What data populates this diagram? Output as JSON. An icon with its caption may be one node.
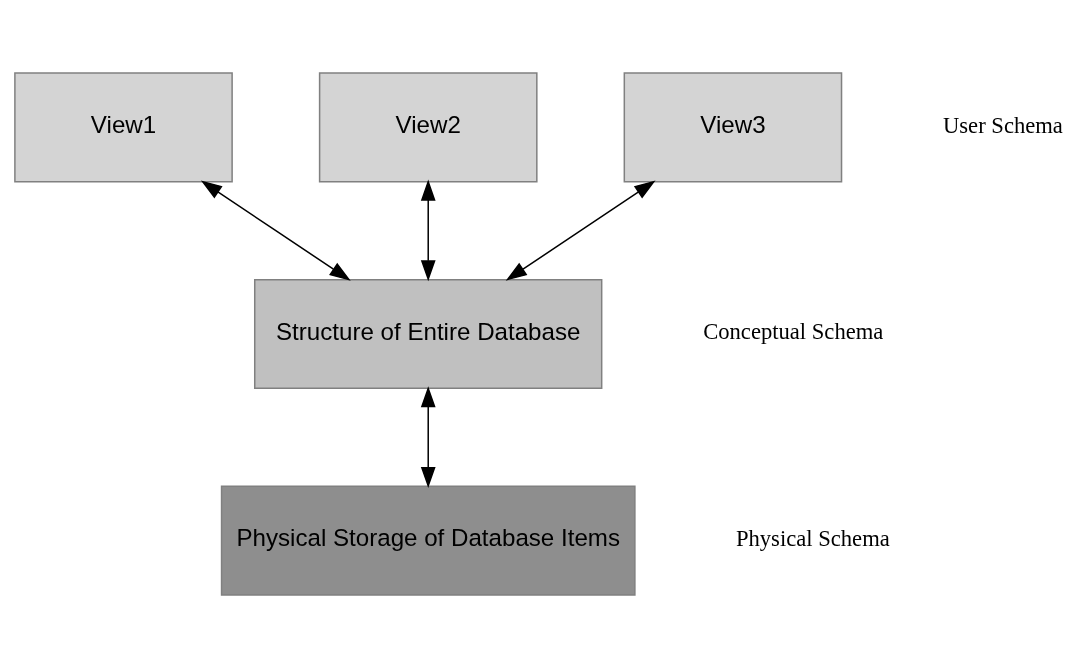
{
  "diagram": {
    "nodes": [
      {
        "text": [
          "View1"
        ]
      },
      {
        "text": [
          "View2"
        ]
      },
      {
        "text": [
          "View3"
        ]
      },
      {
        "text": [
          "Structure of Entire Database"
        ]
      },
      {
        "text": [
          "Physical Storage of Database Items"
        ]
      }
    ],
    "edges": [
      {
        "from": 0,
        "to": 3,
        "arrow": "both"
      },
      {
        "from": 1,
        "to": 3,
        "arrow": "both"
      },
      {
        "from": 2,
        "to": 3,
        "arrow": "both"
      },
      {
        "from": 3,
        "to": 4,
        "arrow": "both"
      }
    ],
    "labels": [
      "User Schema",
      "Conceptual Schema",
      "Physical Schema"
    ]
  }
}
